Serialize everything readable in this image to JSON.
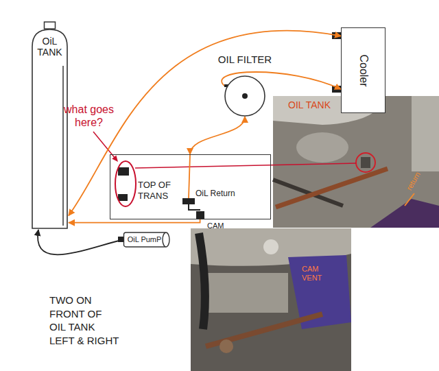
{
  "diagram": {
    "nodes": [
      {
        "text": [
          "OiL TANK"
        ]
      },
      {
        "text": [
          "Cooler"
        ]
      },
      {
        "text": [
          "OIL FILTER"
        ]
      },
      {
        "text": [
          "TOP OF TRANS"
        ]
      },
      {
        "text": [
          "OiL PumP"
        ]
      }
    ],
    "edges": [
      {
        "from": 0,
        "to": 1,
        "arrow": "both"
      },
      {
        "from": 2,
        "to": 1,
        "arrow": "to"
      },
      {
        "from": 3,
        "to": 2,
        "arrow": "both"
      },
      {
        "from": 3,
        "to": 0,
        "arrow": "to"
      },
      {
        "from": 4,
        "to": 0,
        "arrow": "to"
      }
    ],
    "labels": [
      "what goes here?",
      "OiL Return",
      "CAM",
      "TWO ON FRONT OF OIL TANK LEFT & RIGHT",
      "OIL TANK",
      "CAM VENT",
      "return"
    ]
  }
}
